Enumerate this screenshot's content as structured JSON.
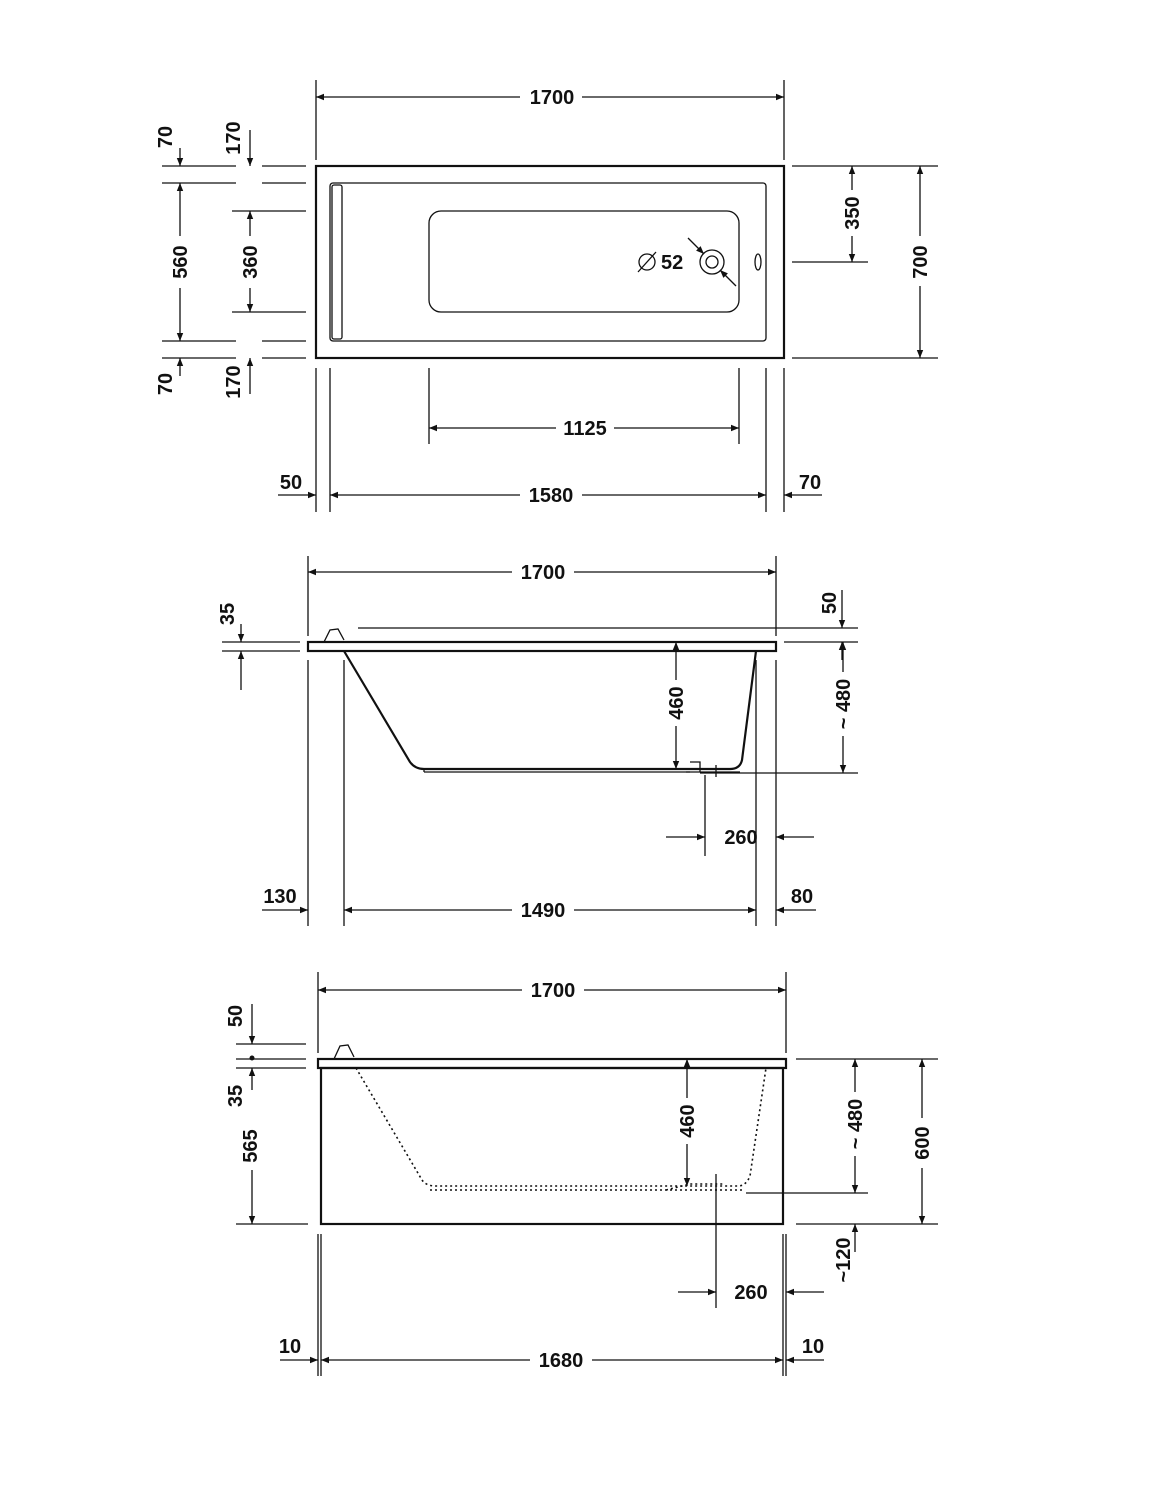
{
  "top_view": {
    "length": "1700",
    "width": "700",
    "edge_top": "70",
    "edge_bottom": "70",
    "inner_width": "560",
    "floor_width": "360",
    "offset_top": "170",
    "offset_bottom": "170",
    "drain_offset": "350",
    "floor_length": "1125",
    "inner_length": "1580",
    "rim_left": "50",
    "rim_right": "70",
    "drain_diameter": "⌀52"
  },
  "side_view": {
    "length": "1700",
    "rim": "35",
    "rim_top": "50",
    "depth": "460",
    "height": "~ 480",
    "drain_distance": "260",
    "left_offset": "130",
    "base_length": "1490",
    "right_offset": "80"
  },
  "front_view": {
    "length": "1700",
    "top_gap": "50",
    "rim": "35",
    "panel_height": "565",
    "depth": "460",
    "height": "~ 480",
    "total_height": "600",
    "feet": "~120",
    "drain_distance": "260",
    "left_offset": "10",
    "panel_length": "1680",
    "right_offset": "10"
  }
}
